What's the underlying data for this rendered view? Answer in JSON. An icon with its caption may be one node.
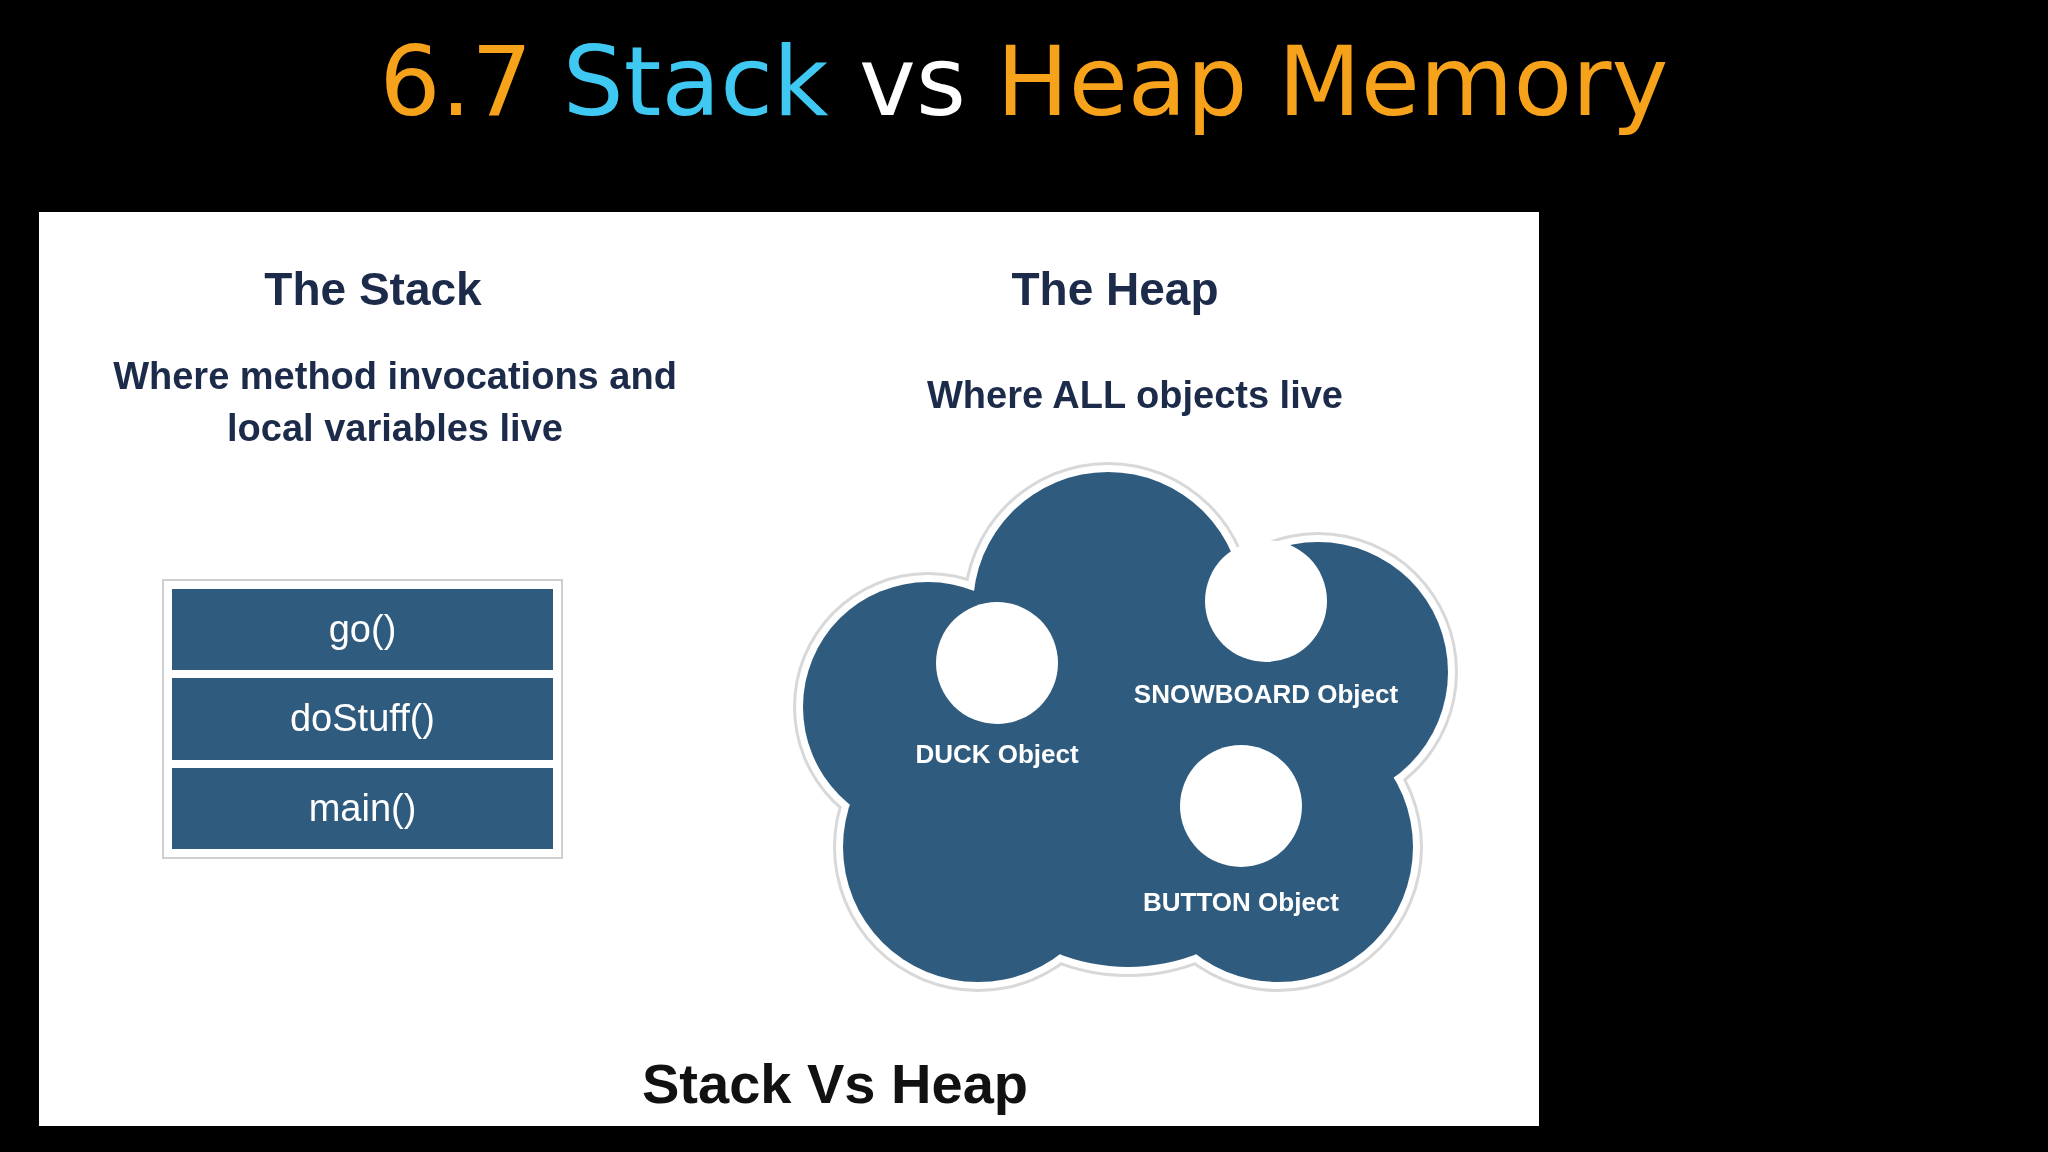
{
  "diagram": {
    "title": "6.7 Stack vs Heap Memory",
    "nodes": [
      {
        "text": [],
        "shape": "box"
      },
      {
        "text": [
          "go()"
        ],
        "in": 0
      },
      {
        "text": [
          "doStuff()"
        ],
        "in": 0
      },
      {
        "text": [
          "main()"
        ],
        "in": 0
      },
      {
        "text": [],
        "shape": "cloud"
      },
      {
        "text": [],
        "shape": "circle",
        "in": 4,
        "beside": [
          "DUCK Object"
        ]
      },
      {
        "text": [],
        "shape": "circle",
        "in": 4,
        "beside": [
          "SNOWBOARD Object"
        ]
      },
      {
        "text": [],
        "shape": "circle",
        "in": 4,
        "beside": [
          "BUTTON Object"
        ]
      }
    ],
    "labels": [
      "The Stack",
      "The Heap",
      "Where method invocations and local variables live",
      "Where ALL objects live"
    ],
    "caption": "Stack Vs Heap"
  }
}
